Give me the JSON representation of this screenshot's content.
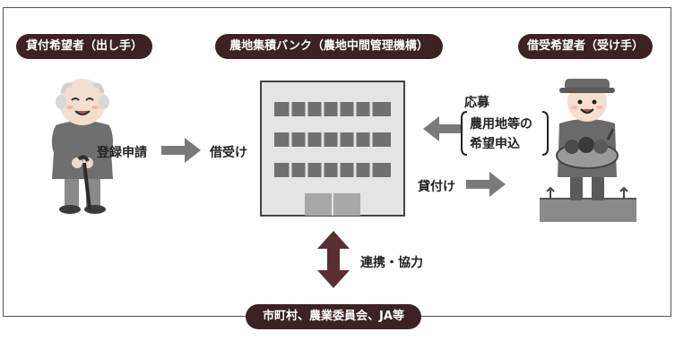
{
  "lender_pill": "貸付希望者（出し手）",
  "bank_pill": "農地集積バンク（農地中間管理機構）",
  "borrower_pill": "借受希望者（受け手）",
  "partners_pill": "市町村、農業委員会、JA等",
  "arrow_labels": {
    "register": "登録申請",
    "borrow": "借受け",
    "apply_line1": "応募",
    "apply_line2": "農用地等の",
    "apply_line3": "希望申込",
    "lend": "貸付け",
    "cooperation": "連携・協力"
  },
  "colors": {
    "pill_bg": "#3c2224",
    "arrow_gray": "#7a7a7a",
    "arrow_brown": "#5a2f33",
    "building_fill": "#e4e4e4",
    "window_fill": "#707070"
  }
}
